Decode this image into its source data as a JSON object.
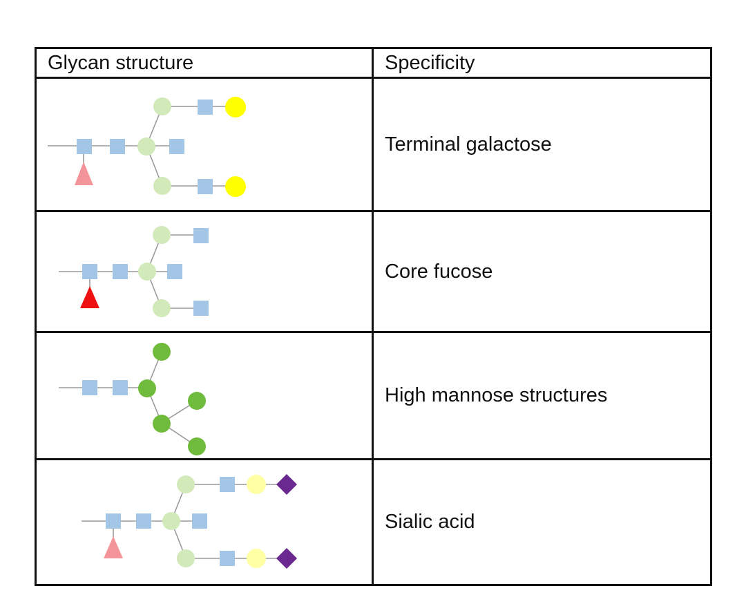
{
  "table": {
    "headers": {
      "structure": "Glycan structure",
      "specificity": "Specificity"
    },
    "rows": [
      {
        "specificity": "Terminal galactose"
      },
      {
        "specificity": "Core fucose"
      },
      {
        "specificity": "High mannose structures"
      },
      {
        "specificity": "Sialic acid"
      }
    ]
  },
  "colors": {
    "glcnac_square": "#a4c6e6",
    "mannose_pale_circle": "#d2e9b9",
    "mannose_green_circle": "#6fbb3c",
    "galactose_bright_circle": "#ffff00",
    "galactose_pale_circle": "#ffffa3",
    "fucose_pale_triangle": "#f3949a",
    "fucose_red_triangle": "#ee1111",
    "sialic_acid_diamond": "#6a2890",
    "bond_line": "#9a9a9a",
    "table_border": "#111111"
  }
}
